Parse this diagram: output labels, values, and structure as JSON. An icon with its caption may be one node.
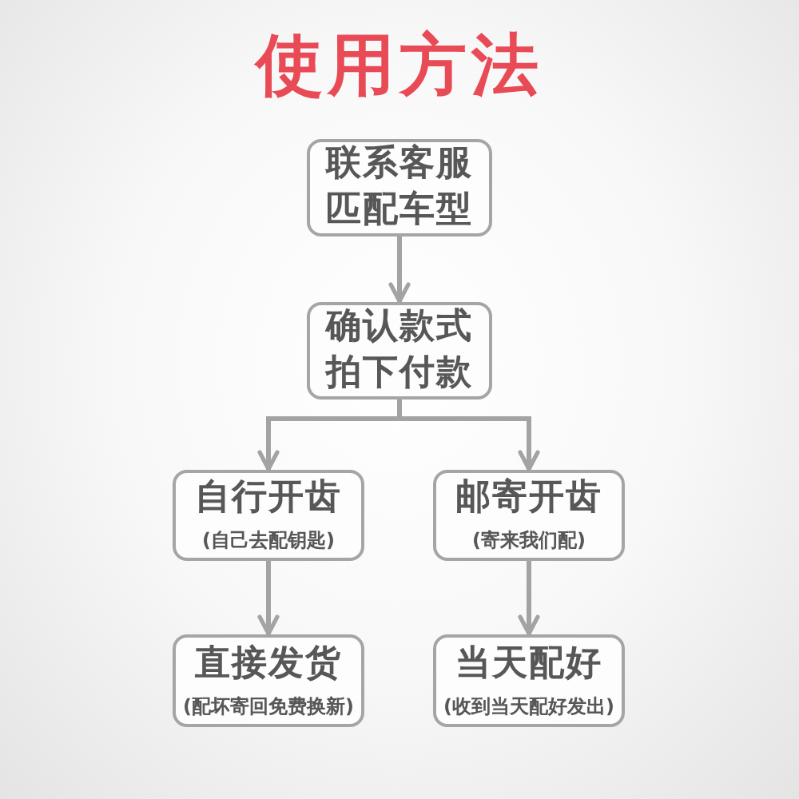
{
  "diagram": {
    "title": "使用方法",
    "nodes": [
      {
        "text": [
          "联系客服匹配车型"
        ]
      },
      {
        "text": [
          "确认款式拍下付款"
        ]
      },
      {
        "text": [
          "自行开齿",
          "(自己去配钥匙)"
        ]
      },
      {
        "text": [
          "邮寄开齿",
          "(寄来我们配)"
        ]
      },
      {
        "text": [
          "直接发货",
          "(配坏寄回免费换新)"
        ]
      },
      {
        "text": [
          "当天配好",
          "(收到当天配好发出)"
        ]
      }
    ],
    "edges": [
      {
        "from": 0,
        "to": 1,
        "arrow": "to"
      },
      {
        "from": 1,
        "to": 2,
        "arrow": "to"
      },
      {
        "from": 1,
        "to": 3,
        "arrow": "to"
      },
      {
        "from": 2,
        "to": 4,
        "arrow": "to"
      },
      {
        "from": 3,
        "to": 5,
        "arrow": "to"
      }
    ]
  }
}
